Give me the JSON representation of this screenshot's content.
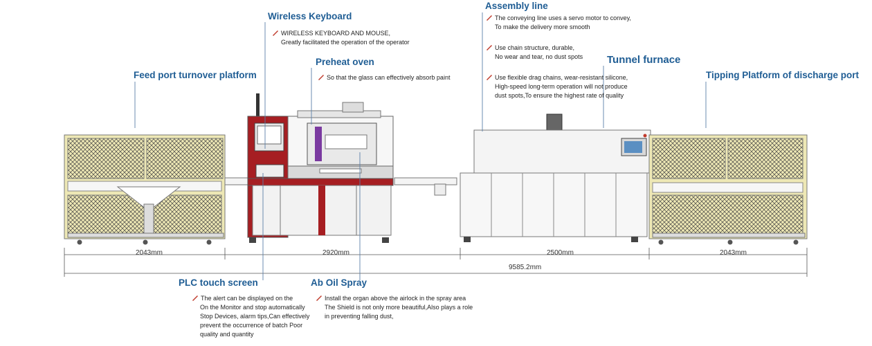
{
  "labels": {
    "wireless_keyboard": "Wireless Keyboard",
    "assembly_line": "Assembly line",
    "preheat_oven": "Preheat oven",
    "tunnel_furnace": "Tunnel furnace",
    "feed_port": "Feed port turnover platform",
    "tipping_platform": "Tipping Platform of discharge port",
    "plc_touch": "PLC touch screen",
    "ab_oil_spray": "Ab Oil Spray"
  },
  "notes": {
    "wireless_keyboard": [
      "WIRELESS KEYBOARD AND MOUSE,",
      "Greatly facilitated the operation of the operator"
    ],
    "assembly_line_1": [
      "The conveying line uses a servo motor to convey,",
      "To make the delivery more smooth"
    ],
    "assembly_line_2": [
      "Use chain structure, durable,",
      "No wear and tear, no dust spots"
    ],
    "assembly_line_3": [
      "Use flexible drag chains, wear-resistant silicone,",
      "High-speed long-term operation will not produce",
      "dust spots,To ensure the highest rate of quality"
    ],
    "preheat_oven": [
      "So that the glass can effectively absorb paint"
    ],
    "plc_touch": [
      "The alert can be displayed on the",
      "On the Monitor and stop automatically",
      "Stop Devices, alarm tips,Can effectively",
      "prevent the occurrence of batch Poor",
      "quality and quantity"
    ],
    "ab_oil_spray": [
      "Install the organ above the airlock in the spray area",
      "The Shield is not only more beautiful,Also plays a role",
      "in preventing falling dust,"
    ]
  },
  "dimensions": {
    "feed": "2043mm",
    "spray": "2920mm",
    "tunnel": "2500mm",
    "discharge": "2043mm",
    "total": "9585.2mm"
  },
  "colors": {
    "title": "#1f5d94",
    "pen": "#c0392b",
    "machine_red": "#a61e22",
    "frame_yellow": "#e9e3a6"
  }
}
